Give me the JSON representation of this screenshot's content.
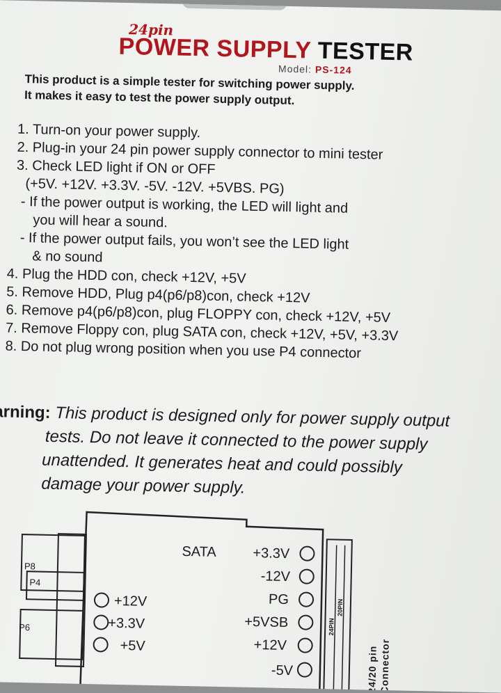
{
  "header": {
    "pin_label": "24pin",
    "title_red": "POWER SUPPLY",
    "title_black": "TESTER",
    "model_label": "Model:",
    "model_value": "PS-124"
  },
  "intro": {
    "line1": "This product is a simple tester for switching power supply.",
    "line2": "It makes it easy to test the power supply output."
  },
  "steps": [
    "1. Turn-on your power supply.",
    "2. Plug-in your 24 pin power supply connector to mini tester",
    "3. Check LED light if ON or OFF",
    "(+5V. +12V. +3.3V. -5V. -12V. +5VBS. PG)",
    "- If the power output is working, the LED will light and",
    "you will hear a sound.",
    "- If the power output fails, you won’t see the LED light",
    "& no sound",
    "4. Plug the HDD con, check +12V, +5V",
    "5. Remove HDD, Plug p4(p6/p8)con, check +12V",
    "6. Remove p4(p6/p8)con, plug FLOPPY con, check +12V, +5V",
    "7. Remove Floppy con, plug SATA con, check +12V, +5V, +3.3V",
    "8. Do not plug wrong position when you use P4 connector"
  ],
  "warning": {
    "label": "Warning:",
    "lines": [
      "This product is designed only for power supply output",
      "tests.  Do not leave it connected to the power supply",
      "unattended.  It generates heat and could possibly",
      "damage your power supply."
    ]
  },
  "diagram": {
    "sata_label": "SATA",
    "left_connectors": [
      "P8",
      "P4",
      "P6"
    ],
    "left_leds": [
      "+12V",
      "+3.3V",
      "+5V"
    ],
    "right_leds": [
      "+3.3V",
      "-12V",
      "PG",
      "+5VSB",
      "+12V",
      "-5V"
    ],
    "slot_labels": [
      "24PIN",
      "20PIN"
    ],
    "connector_title_1": "24/20 pin",
    "connector_title_2": "Connector"
  }
}
